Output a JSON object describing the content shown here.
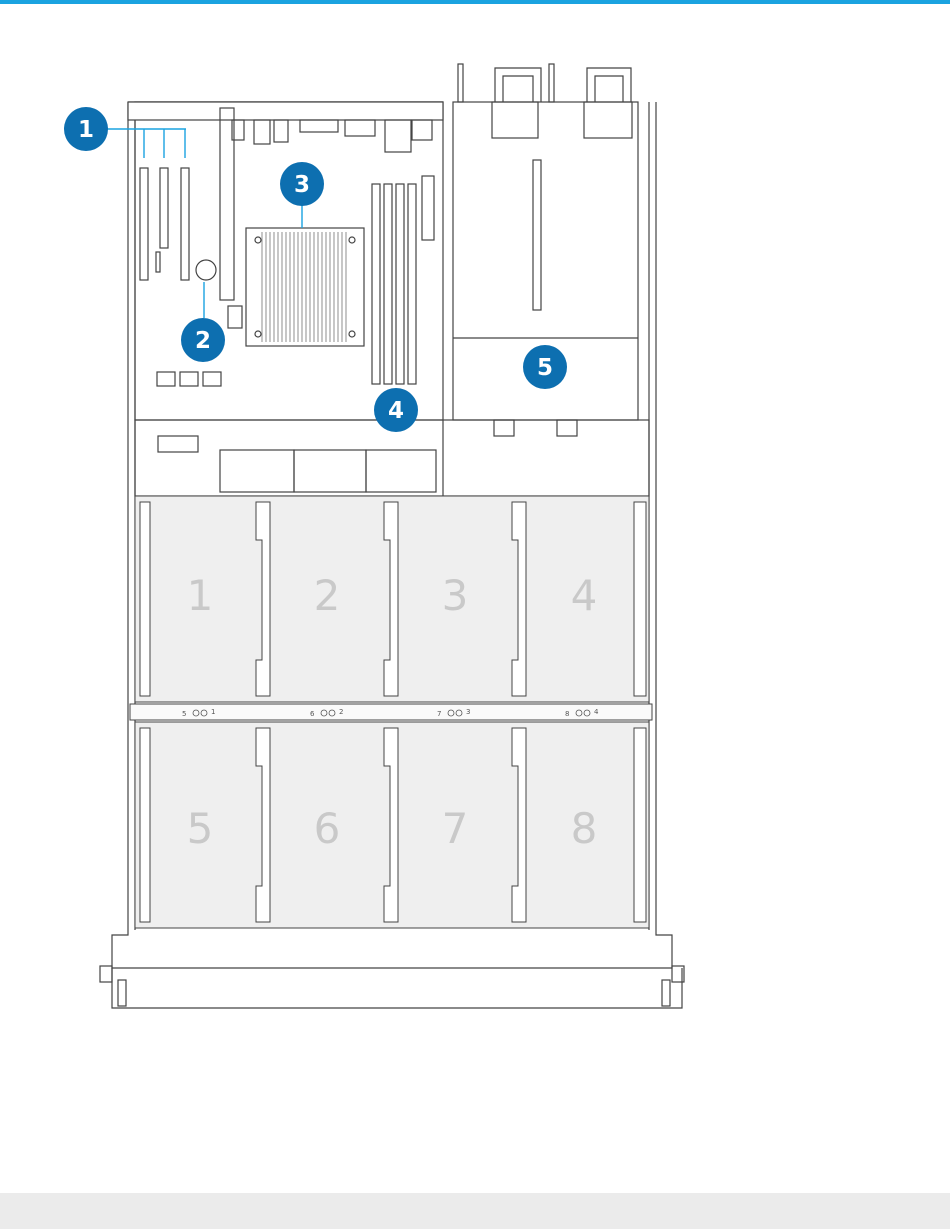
{
  "colors": {
    "accent": "#1aa3e0",
    "callout_fill": "#0d6fb0",
    "line": "#444444",
    "bay_fill": "#efefef",
    "footer": "#ebebeb"
  },
  "callouts": [
    {
      "label": "1",
      "component": "pcie-expansion-slots"
    },
    {
      "label": "2",
      "component": "cmos-battery"
    },
    {
      "label": "3",
      "component": "cpu-heatsink"
    },
    {
      "label": "4",
      "component": "memory-slots"
    },
    {
      "label": "5",
      "component": "power-supply"
    }
  ],
  "drive_bays": [
    {
      "label": "1"
    },
    {
      "label": "2"
    },
    {
      "label": "3"
    },
    {
      "label": "4"
    },
    {
      "label": "5"
    },
    {
      "label": "6"
    },
    {
      "label": "7"
    },
    {
      "label": "8"
    }
  ],
  "led_labels": [
    {
      "left": "5",
      "right": "1"
    },
    {
      "left": "6",
      "right": "2"
    },
    {
      "left": "7",
      "right": "3"
    },
    {
      "left": "8",
      "right": "4"
    }
  ]
}
